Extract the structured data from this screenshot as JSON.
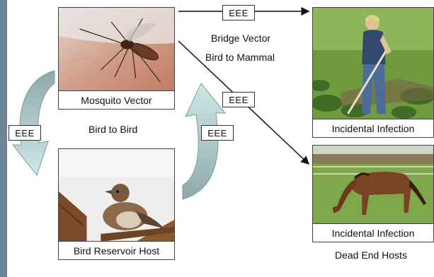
{
  "cards": {
    "mosquito": {
      "caption": "Mosquito Vector"
    },
    "bird": {
      "caption": "Bird Reservoir Host"
    },
    "human": {
      "caption": "Incidental Infection"
    },
    "horse": {
      "caption": "Incidental Infection"
    }
  },
  "labels": {
    "bridge_vector": "Bridge Vector",
    "bird_to_mammal": "Bird to Mammal",
    "bird_to_bird": "Bird to Bird",
    "dead_end_hosts": "Dead End Hosts"
  },
  "virus_tags": {
    "top": "EEE",
    "diagonal": "EEE",
    "left_cycle": "EEE",
    "right_cycle": "EEE"
  },
  "colors": {
    "cycle_arrow_top": "#8fa9aa",
    "cycle_arrow_bottom": "#c8e6e6",
    "left_bar": "#6f8296"
  }
}
